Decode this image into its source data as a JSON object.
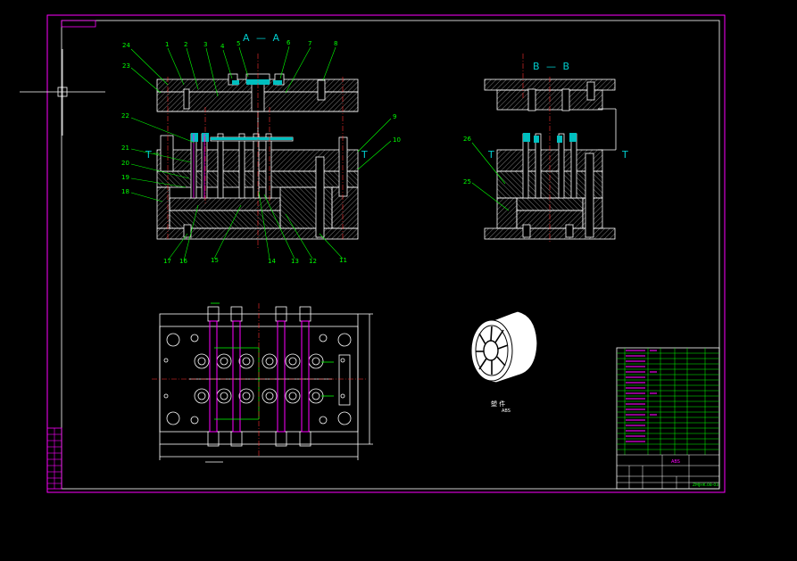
{
  "sections": {
    "aa": "A — A",
    "bb": "B — B"
  },
  "callouts_top": [
    "24",
    "1",
    "2",
    "3",
    "4",
    "5",
    "6",
    "7",
    "8"
  ],
  "callouts_left": [
    "23",
    "22",
    "21",
    "20",
    "19",
    "18"
  ],
  "callouts_right": [
    "9",
    "10"
  ],
  "callouts_bottom": [
    "17",
    "16",
    "15",
    "14",
    "13",
    "12",
    "11"
  ],
  "callouts_bb": [
    "26",
    "25"
  ],
  "t_mark": "T",
  "part_caption": "塑 件",
  "part_subcaption": "ABS",
  "title_block": {
    "material": "ABS",
    "drawing_no": "ZMJHK.08-03"
  },
  "colors": {
    "frame": "#ff00ff",
    "line": "#ffffff",
    "callout": "#00ff00",
    "section": "#00cccc",
    "hatch": "#ffffff"
  }
}
